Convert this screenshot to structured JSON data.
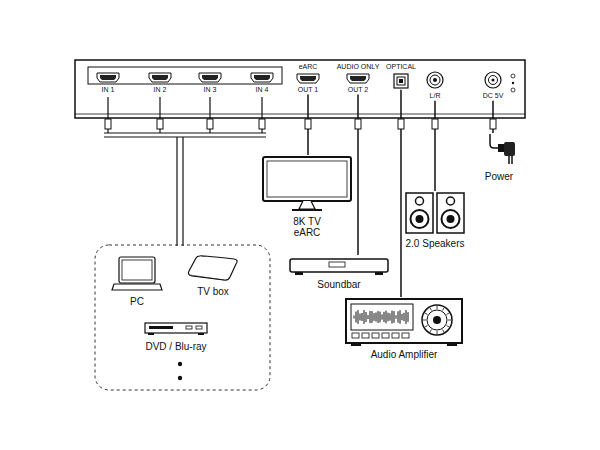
{
  "diagram": {
    "nodes": [
      {
        "text": [
          "IN 1"
        ]
      },
      {
        "text": [
          "IN 2"
        ]
      },
      {
        "text": [
          "IN 3"
        ]
      },
      {
        "text": [
          "IN 4"
        ]
      },
      {
        "text": [
          "eARC",
          "OUT 1"
        ]
      },
      {
        "text": [
          "AUDIO ONLY",
          "OUT 2"
        ]
      },
      {
        "text": [
          "OPTICAL"
        ]
      },
      {
        "text": [
          "L/R"
        ]
      },
      {
        "text": [
          "DC 5V"
        ]
      },
      {
        "text": [
          "Power"
        ]
      },
      {
        "text": [
          "8K TV eARC"
        ]
      },
      {
        "text": [
          "2.0 Speakers"
        ]
      },
      {
        "text": [
          "PC"
        ]
      },
      {
        "text": [
          "TV box"
        ]
      },
      {
        "text": [
          "Soundbar"
        ]
      },
      {
        "text": [
          "DVD / Blu-ray"
        ]
      },
      {
        "text": [
          "Audio Amplifier"
        ]
      }
    ],
    "edges": [
      {
        "from": 4,
        "to": 10,
        "arrow": "none"
      },
      {
        "from": 5,
        "to": 14,
        "arrow": "none"
      },
      {
        "from": 6,
        "to": 16,
        "arrow": "none"
      },
      {
        "from": 7,
        "to": 11,
        "arrow": "none"
      },
      {
        "from": 8,
        "to": 9,
        "arrow": "none"
      }
    ]
  }
}
